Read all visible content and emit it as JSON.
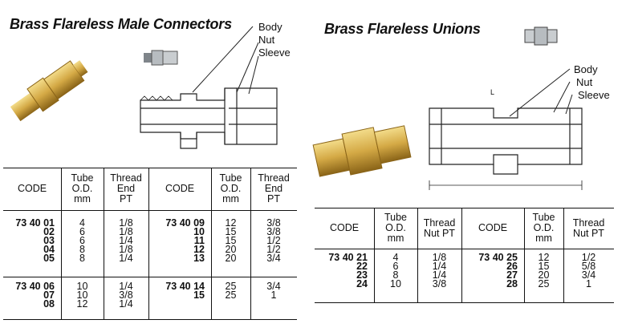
{
  "left": {
    "title": "Brass Flareless Male Connectors",
    "labels": {
      "body": "Body",
      "nut": "Nut",
      "sleeve": "Sleeve"
    },
    "headers": [
      "CODE",
      "Tube\nO.D.\nmm",
      "Thread\nEnd\nPT",
      "CODE",
      "Tube\nO.D.\nmm",
      "Thread\nEnd\nPT"
    ],
    "groups": [
      {
        "rows": [
          [
            "73 40 01",
            "4",
            "1/8",
            "73 40 09",
            "12",
            "3/8"
          ],
          [
            "02",
            "6",
            "1/8",
            "10",
            "15",
            "3/8"
          ],
          [
            "03",
            "6",
            "1/4",
            "11",
            "15",
            "1/2"
          ],
          [
            "04",
            "8",
            "1/8",
            "12",
            "20",
            "1/2"
          ],
          [
            "05",
            "8",
            "1/4",
            "13",
            "20",
            "3/4"
          ]
        ]
      },
      {
        "rows": [
          [
            "73 40 06",
            "10",
            "1/4",
            "73 40 14",
            "25",
            "3/4"
          ],
          [
            "07",
            "10",
            "3/8",
            "15",
            "25",
            "1"
          ],
          [
            "08",
            "12",
            "1/4",
            "",
            "",
            ""
          ]
        ]
      }
    ]
  },
  "right": {
    "title": "Brass Flareless Unions",
    "labels": {
      "body": "Body",
      "nut": "Nut",
      "sleeve": "Sleeve",
      "length": "L"
    },
    "headers": [
      "CODE",
      "Tube\nO.D.\nmm",
      "Thread\nNut PT",
      "CODE",
      "Tube\nO.D.\nmm",
      "Thread\nNut PT"
    ],
    "groups": [
      {
        "rows": [
          [
            "73 40 21",
            "4",
            "1/8",
            "73 40 25",
            "12",
            "1/2"
          ],
          [
            "22",
            "6",
            "1/4",
            "26",
            "15",
            "5/8"
          ],
          [
            "23",
            "8",
            "1/4",
            "27",
            "20",
            "3/4"
          ],
          [
            "24",
            "10",
            "3/8",
            "28",
            "25",
            "1"
          ]
        ]
      }
    ]
  },
  "colors": {
    "brass": "#d9b550",
    "brass_dark": "#9a7420",
    "steel": "#9aa0a6"
  }
}
